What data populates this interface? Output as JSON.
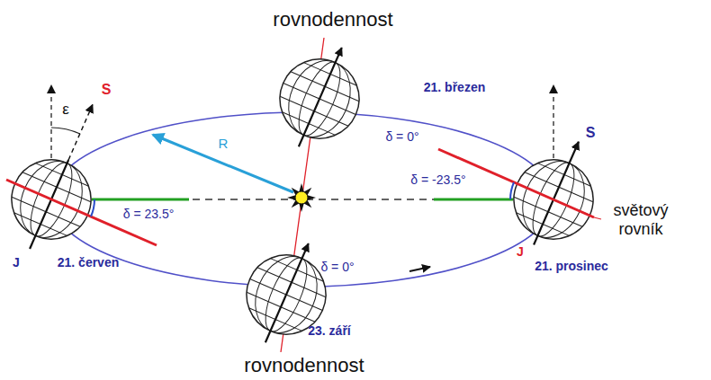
{
  "diagram": {
    "labels": [
      "rovnodennost",
      "ε",
      "S",
      "21. březen",
      "R",
      "δ = 0°",
      "S",
      "δ = -23.5°",
      "δ = 23.5°",
      "světový rovník",
      "J",
      "21. červen",
      "δ = 0°",
      "J",
      "21. prosinec",
      "23. září",
      "rovnodennost"
    ]
  }
}
